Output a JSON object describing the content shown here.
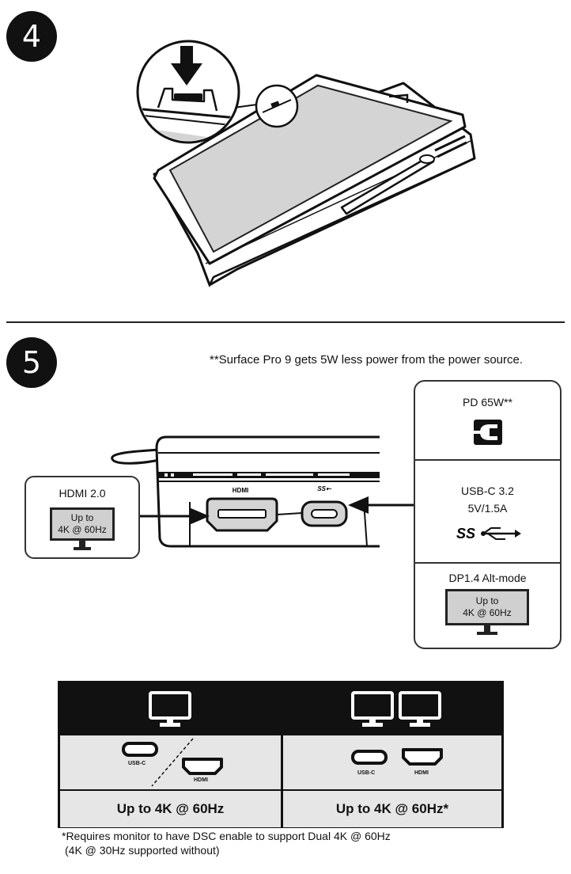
{
  "steps": {
    "step4": "4",
    "step5": "5"
  },
  "power_note": "**Surface Pro 9 gets 5W less power from the power source.",
  "dock_labels": {
    "hdmi": "HDMI"
  },
  "hdmi_output": {
    "label": "HDMI 2.0",
    "monitor_line1": "Up to",
    "monitor_line2": "4K @ 60Hz"
  },
  "usbc_panel": {
    "pd": "PD 65W**",
    "usb_line1": "USB-C 3.2",
    "usb_line2": "5V/1.5A",
    "dp": "DP1.4 Alt-mode",
    "monitor_line1": "Up to",
    "monitor_line2": "4K @ 60Hz"
  },
  "icons": {
    "power": "power-plug-icon",
    "superspeed": "superspeed-usb-icon",
    "monitor": "monitor-icon",
    "usbc_port": "usb-c-port-icon",
    "hdmi_port": "hdmi-port-icon"
  },
  "table": {
    "single": {
      "usbc_label": "USB-C",
      "hdmi_label": "HDMI",
      "result": "Up to 4K @ 60Hz"
    },
    "dual": {
      "usbc_label": "USB-C",
      "hdmi_label": "HDMI",
      "result": "Up to 4K @ 60Hz*"
    }
  },
  "footnote": {
    "line1": "*Requires monitor to have DSC enable to support Dual 4K @ 60Hz",
    "line2": "(4K @ 30Hz supported without)"
  }
}
